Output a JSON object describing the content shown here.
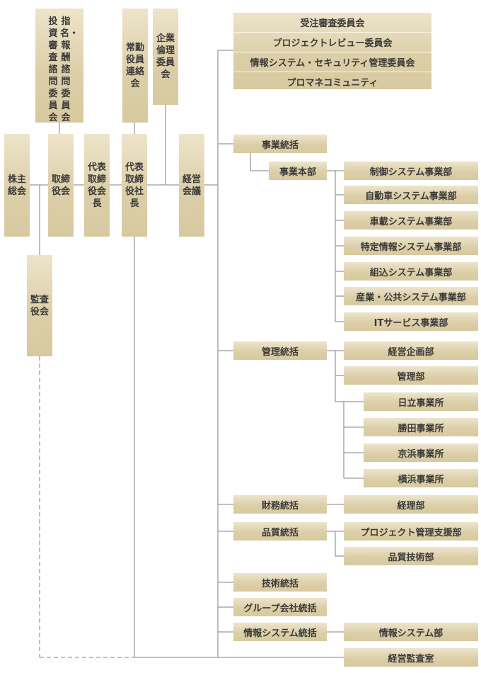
{
  "top_left": {
    "nomination_committee": "指名・報酬諮問委員会",
    "investment_committee": "投資審査諮問委員会",
    "executive_liaison": "常勤役員連絡会",
    "ethics_committee": "企業倫理委員会"
  },
  "governance": {
    "shareholders": "株主総会",
    "board": "取締役会",
    "chairman": "代表取締役会長",
    "president": "代表取締役社長",
    "auditors": "監査役会",
    "management_meeting": "経営会議"
  },
  "committees": [
    "受注審査委員会",
    "プロジェクトレビュー委員会",
    "情報システム・セキュリティ管理委員会",
    "プロマネコミュニティ"
  ],
  "business": {
    "supervisor": "事業統括",
    "headquarters": "事業本部",
    "divisions": [
      "制御システム事業部",
      "自動車システム事業部",
      "車載システム事業部",
      "特定情報システム事業部",
      "組込システム事業部",
      "産業・公共システム事業部",
      "ITサービス事業部"
    ]
  },
  "admin": {
    "supervisor": "管理統括",
    "departments": [
      "経営企画部",
      "管理部"
    ],
    "offices": [
      "日立事業所",
      "勝田事業所",
      "京浜事業所",
      "横浜事業所"
    ]
  },
  "finance": {
    "supervisor": "財務統括",
    "department": "経理部"
  },
  "quality": {
    "supervisor": "品質統括",
    "departments": [
      "プロジェクト管理支援部",
      "品質技術部"
    ]
  },
  "technology": {
    "supervisor": "技術統括"
  },
  "group": {
    "supervisor": "グループ会社統括"
  },
  "infosys": {
    "supervisor": "情報システム統括",
    "department": "情報システム部"
  },
  "audit_office": "経営監査室",
  "colors": {
    "box_top": "#ede4cb",
    "box_bottom": "#d7c99f",
    "line": "#9a9a9a",
    "text": "#3a3a3a"
  }
}
